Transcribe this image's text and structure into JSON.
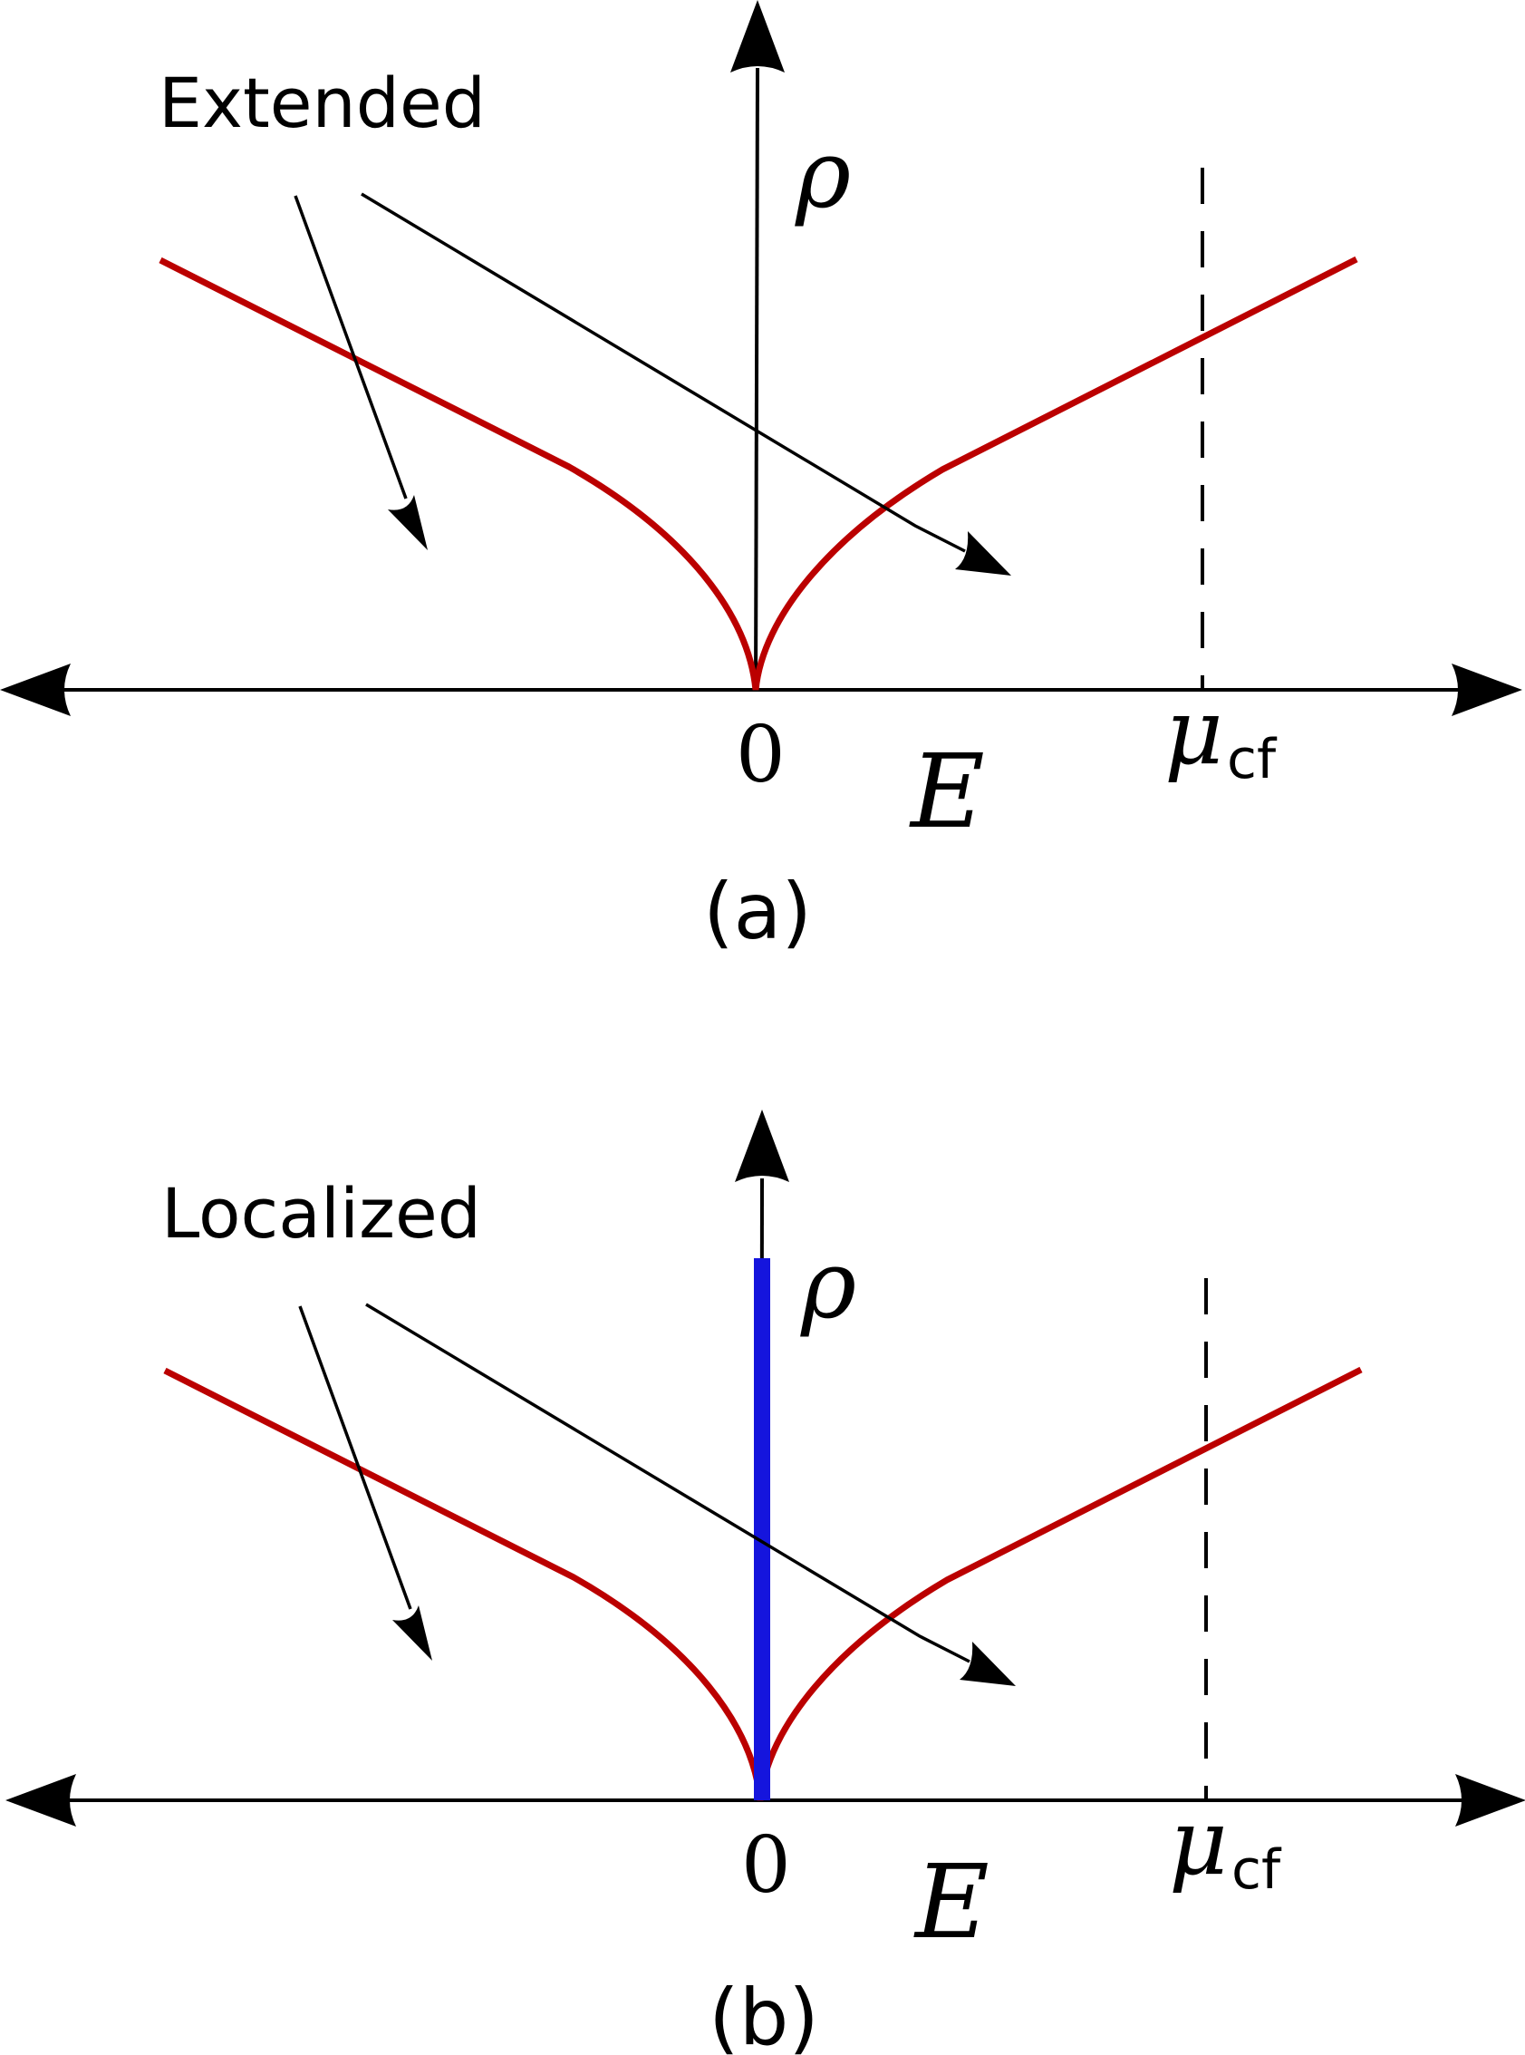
{
  "panels": [
    {
      "id": "a",
      "caption": "(a)",
      "annotation": "Extended",
      "y_axis_label": "ρ",
      "x_axis_label": "E",
      "origin_label": "0",
      "mu_symbol": "μ",
      "mu_subscript": "cf",
      "has_localized_states": false
    },
    {
      "id": "b",
      "caption": "(b)",
      "annotation": "Localized",
      "y_axis_label": "ρ",
      "x_axis_label": "E",
      "origin_label": "0",
      "mu_symbol": "μ",
      "mu_subscript": "cf",
      "has_localized_states": true
    }
  ],
  "colors": {
    "curve": "#bb0000",
    "localized_bar": "#1515dd",
    "axes": "#000000"
  }
}
